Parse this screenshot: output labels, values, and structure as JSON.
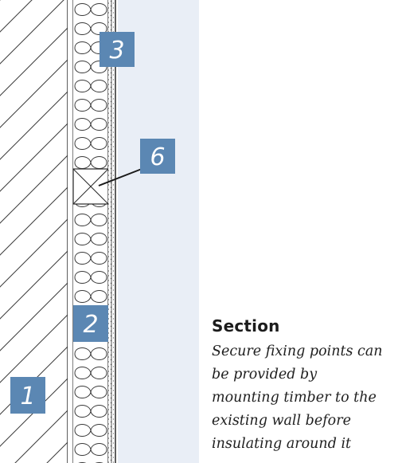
{
  "labels": [
    {
      "id": "1",
      "text": "1"
    },
    {
      "id": "2",
      "text": "2"
    },
    {
      "id": "3",
      "text": "3"
    },
    {
      "id": "6",
      "text": "6"
    }
  ],
  "caption": {
    "title": "Section",
    "lines": [
      "Secure fixing points can",
      "be provided by",
      "mounting timber to the",
      "existing wall before",
      "insulating around it"
    ]
  },
  "colors": {
    "room_background": "#e9eef6",
    "label_box": "#5b87b3",
    "line": "#2a2a2a"
  }
}
